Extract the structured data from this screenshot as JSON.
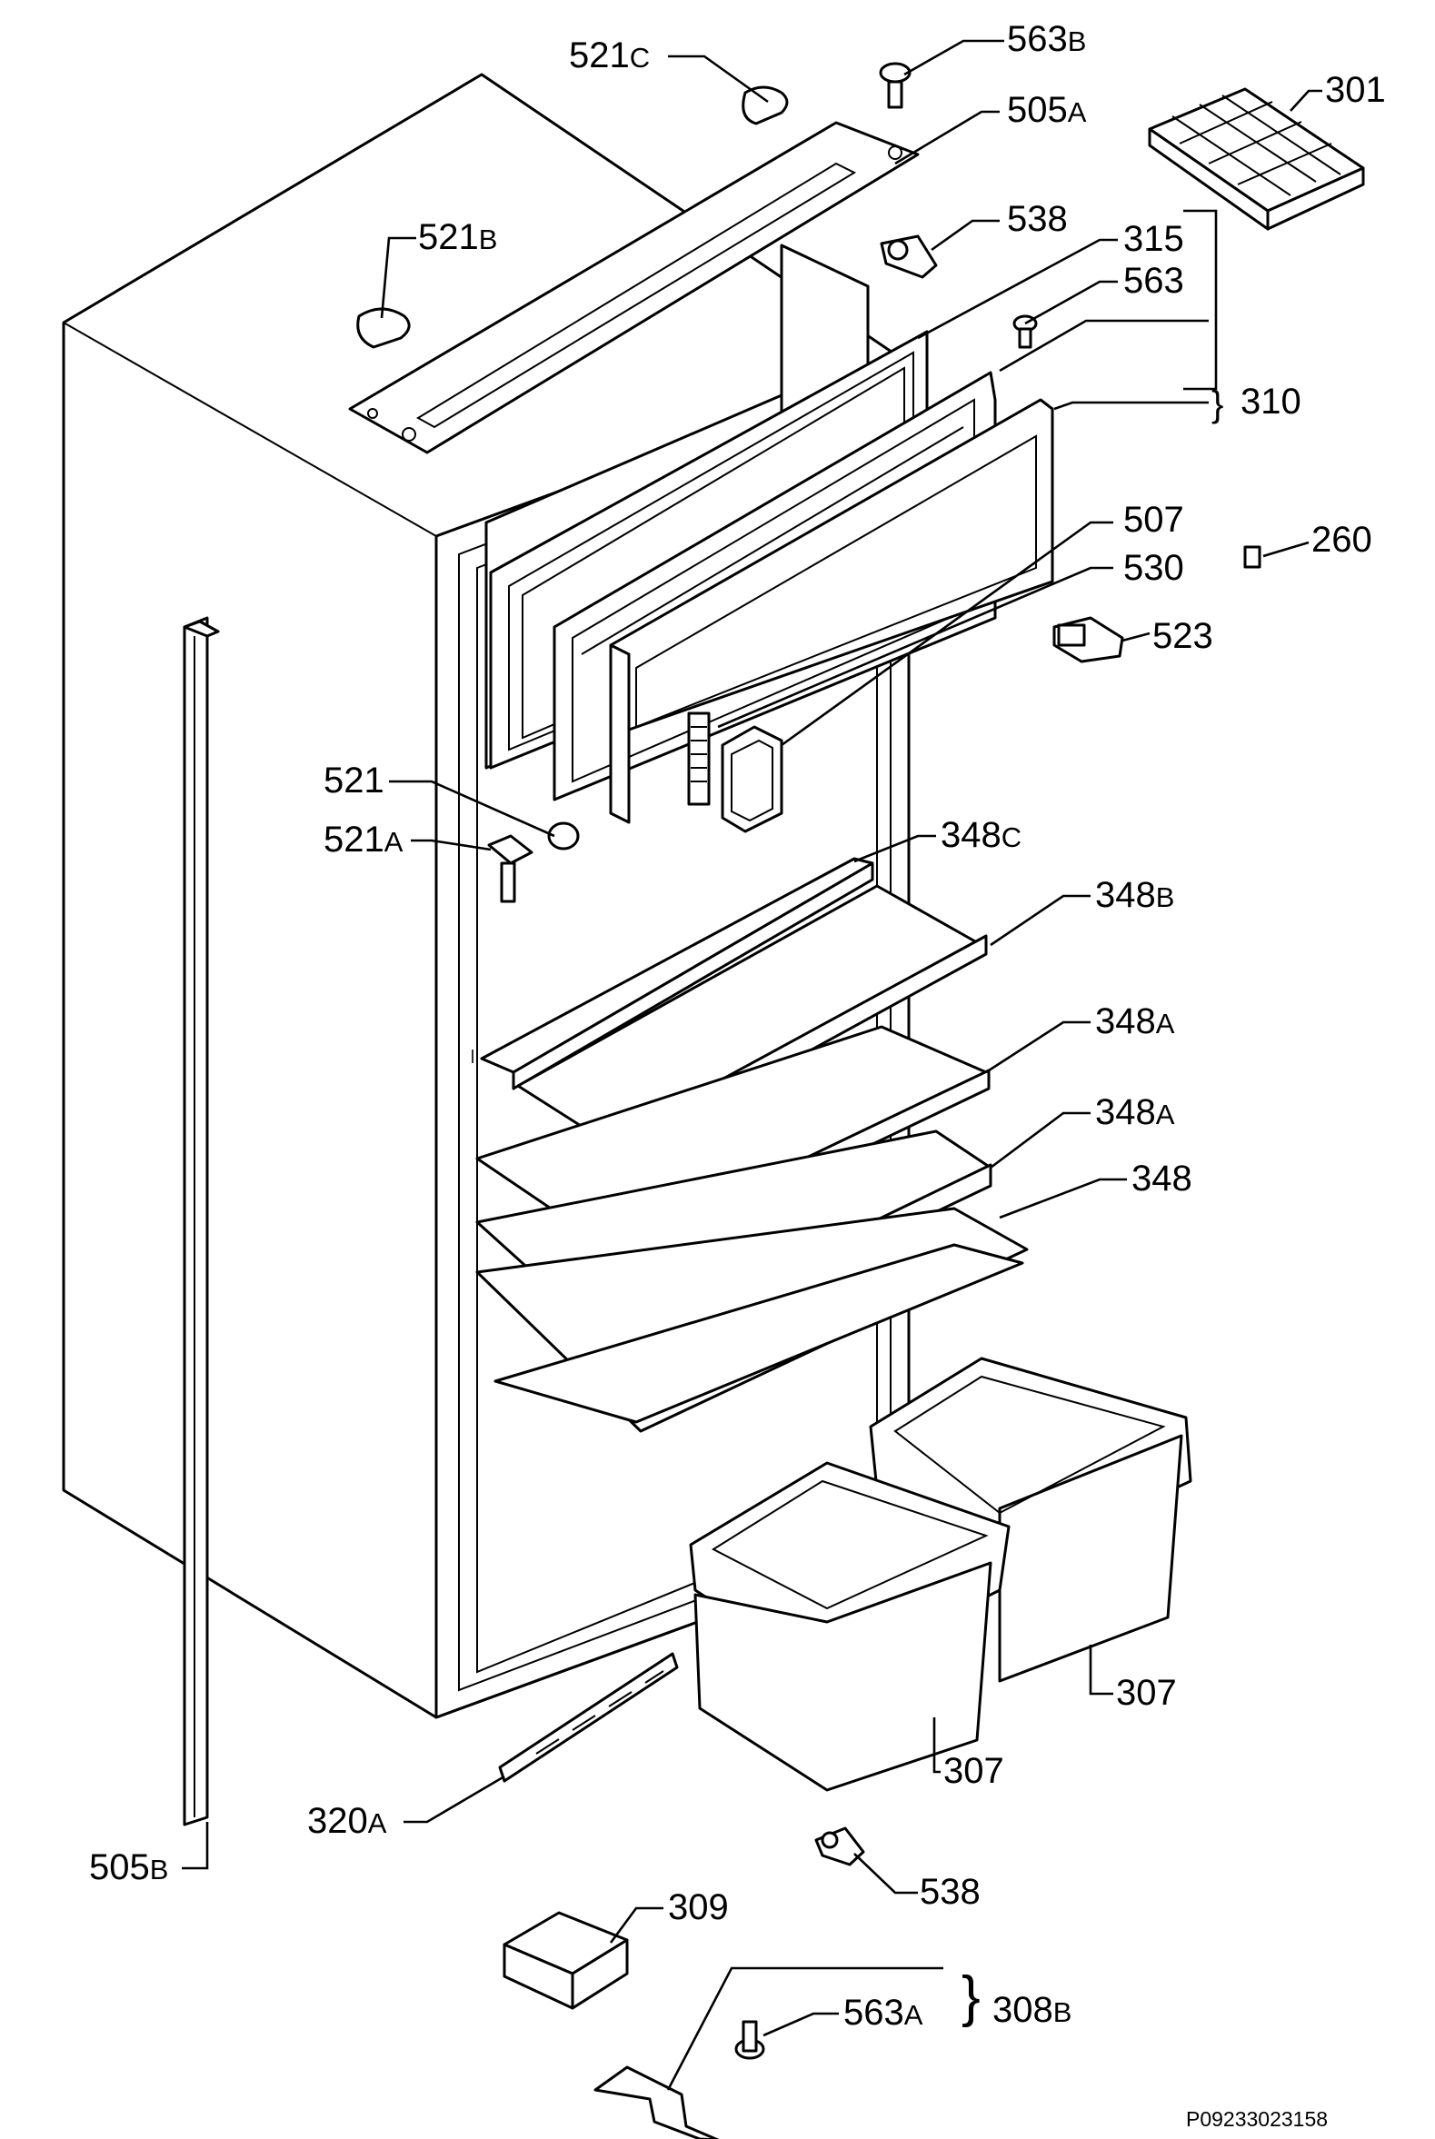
{
  "figure_code": "P09233023158",
  "parts": [
    {
      "id": "p521c",
      "num": "521",
      "suffix": "C"
    },
    {
      "id": "p563b",
      "num": "563",
      "suffix": "B"
    },
    {
      "id": "p505a",
      "num": "505",
      "suffix": "A"
    },
    {
      "id": "p301",
      "num": "301",
      "suffix": ""
    },
    {
      "id": "p521b",
      "num": "521",
      "suffix": "B"
    },
    {
      "id": "p538t",
      "num": "538",
      "suffix": ""
    },
    {
      "id": "p315",
      "num": "315",
      "suffix": ""
    },
    {
      "id": "p563",
      "num": "563",
      "suffix": ""
    },
    {
      "id": "p310",
      "num": "310",
      "suffix": ""
    },
    {
      "id": "p507",
      "num": "507",
      "suffix": ""
    },
    {
      "id": "p260",
      "num": "260",
      "suffix": ""
    },
    {
      "id": "p530",
      "num": "530",
      "suffix": ""
    },
    {
      "id": "p523",
      "num": "523",
      "suffix": ""
    },
    {
      "id": "p521",
      "num": "521",
      "suffix": ""
    },
    {
      "id": "p521a",
      "num": "521",
      "suffix": "A"
    },
    {
      "id": "p348c",
      "num": "348",
      "suffix": "C"
    },
    {
      "id": "p348b",
      "num": "348",
      "suffix": "B"
    },
    {
      "id": "p348a1",
      "num": "348",
      "suffix": "A"
    },
    {
      "id": "p348a2",
      "num": "348",
      "suffix": "A"
    },
    {
      "id": "p348",
      "num": "348",
      "suffix": ""
    },
    {
      "id": "p307r",
      "num": "307",
      "suffix": ""
    },
    {
      "id": "p307l",
      "num": "307",
      "suffix": ""
    },
    {
      "id": "p320a",
      "num": "320",
      "suffix": "A"
    },
    {
      "id": "p505b",
      "num": "505",
      "suffix": "B"
    },
    {
      "id": "p538b",
      "num": "538",
      "suffix": ""
    },
    {
      "id": "p309",
      "num": "309",
      "suffix": ""
    },
    {
      "id": "p563a",
      "num": "563",
      "suffix": "A"
    },
    {
      "id": "p308b",
      "num": "308",
      "suffix": "B"
    }
  ]
}
